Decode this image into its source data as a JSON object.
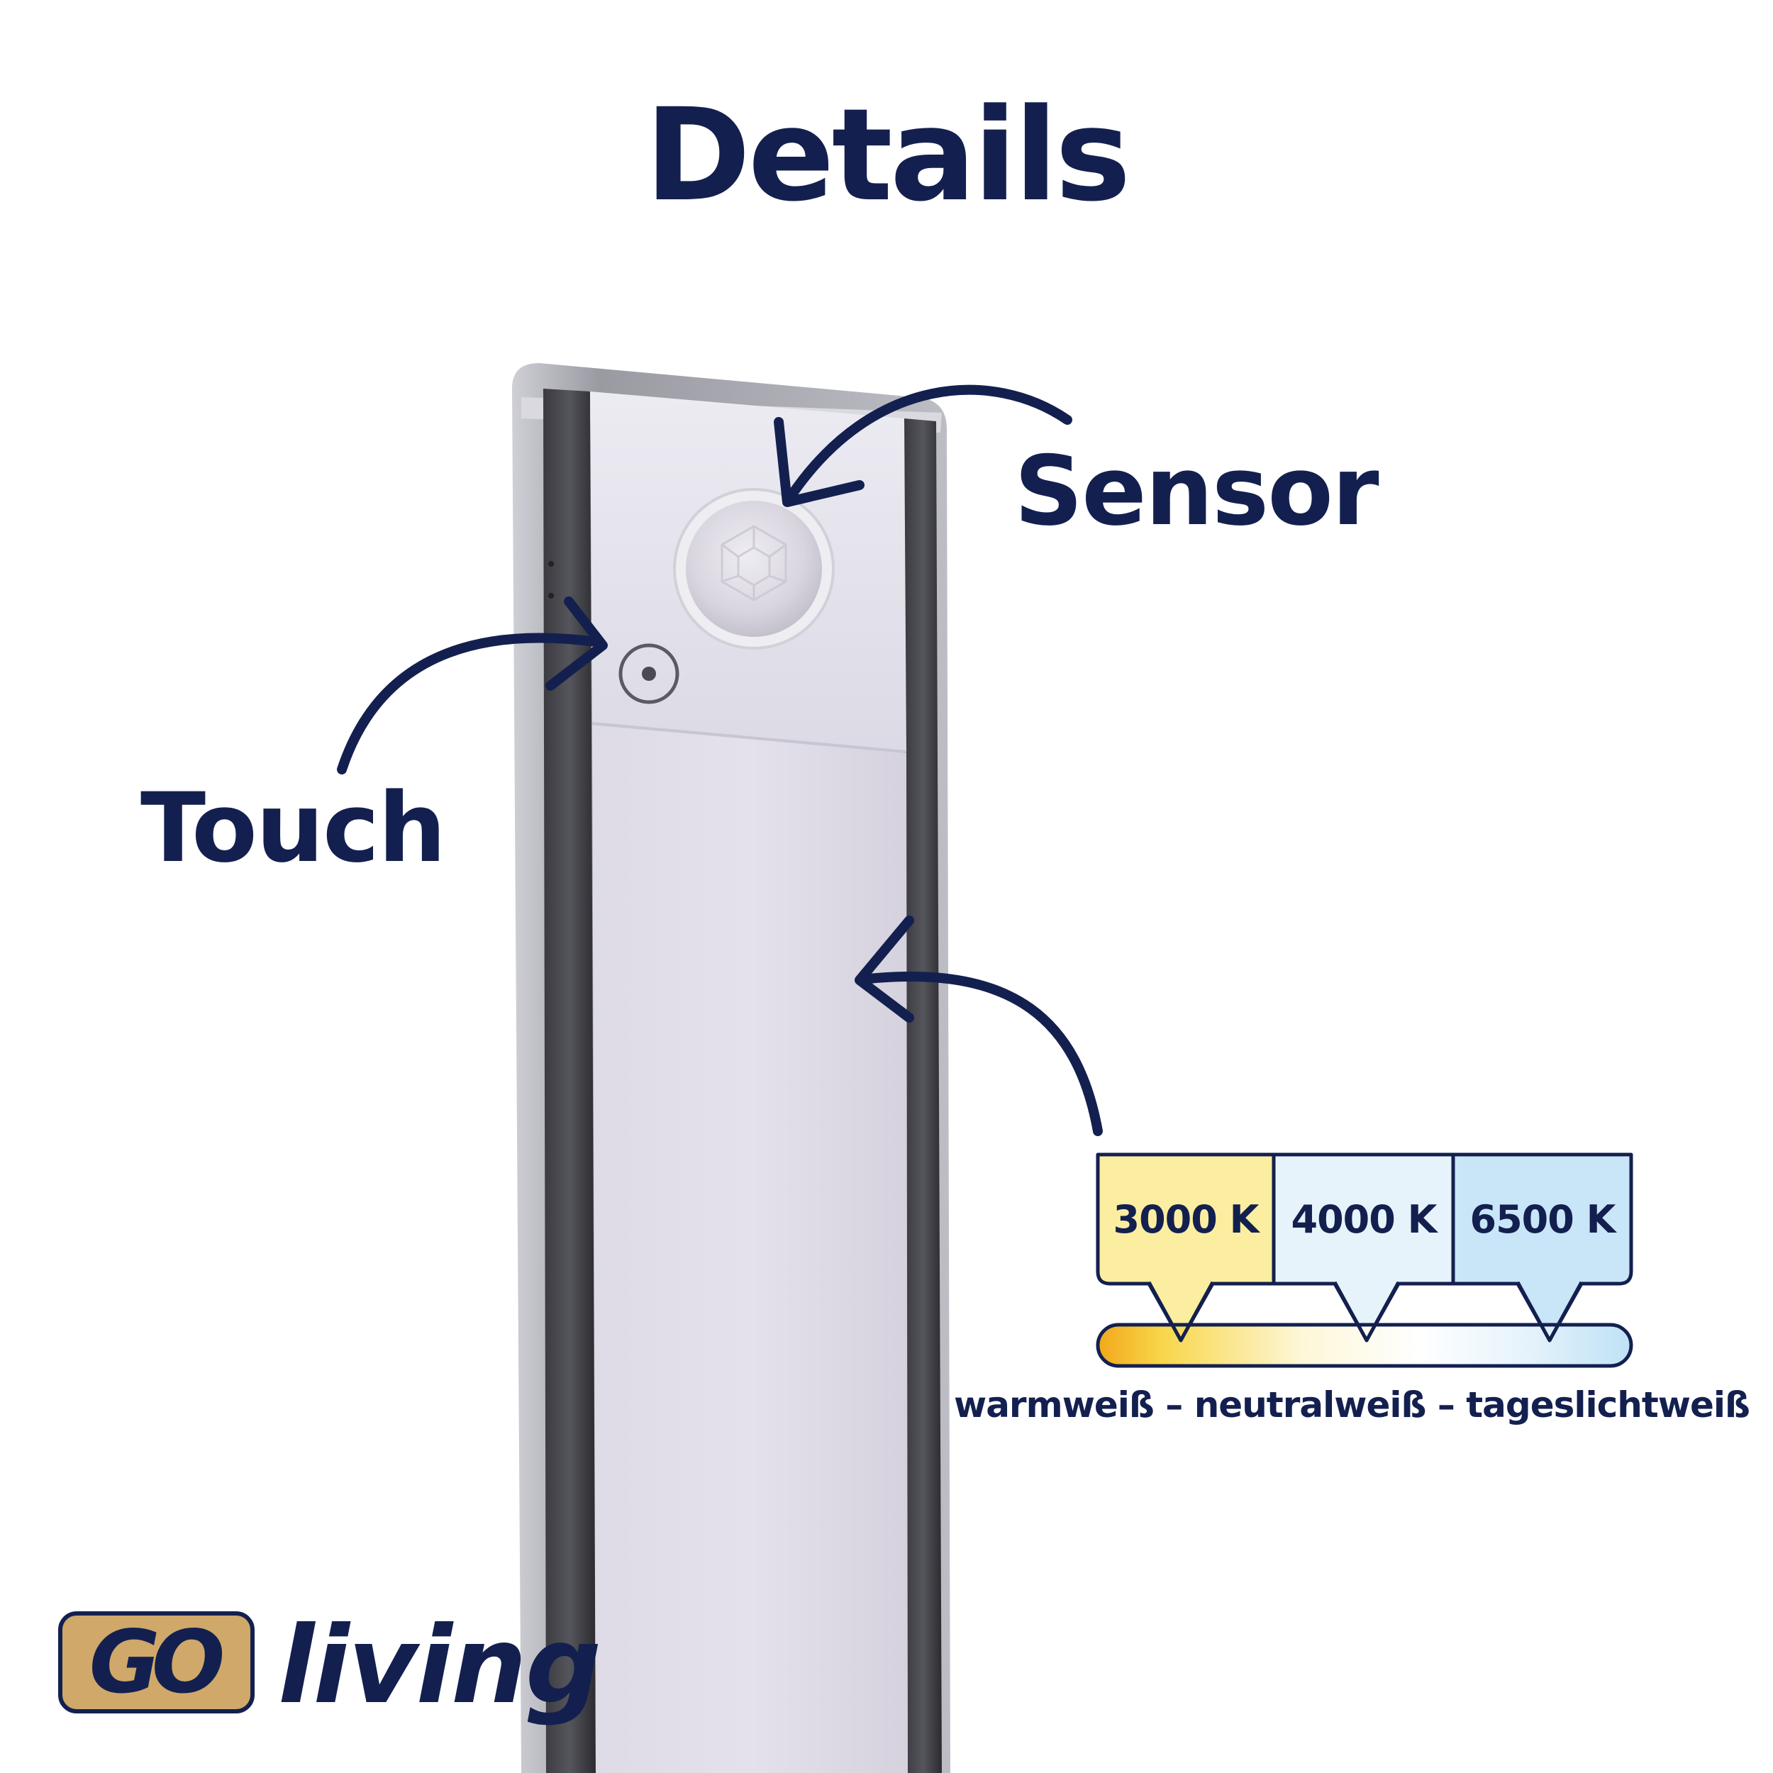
{
  "title": "Details",
  "callouts": {
    "sensor": "Sensor",
    "touch": "Touch"
  },
  "color_temperatures": [
    {
      "label": "3000 K",
      "color": "#fbeea0"
    },
    {
      "label": "4000 K",
      "color": "#e6f3fb"
    },
    {
      "label": "6500 K",
      "color": "#c9e6f8"
    }
  ],
  "scale_caption": "warmweiß – neutralweiß – tageslichtweiß",
  "brand": {
    "badge_text": "GO",
    "wordmark": "living",
    "badge_color": "#cfa86a"
  },
  "colors": {
    "navy": "#13204f",
    "warm": "#f4b21f",
    "cool": "#bfe2f6"
  }
}
